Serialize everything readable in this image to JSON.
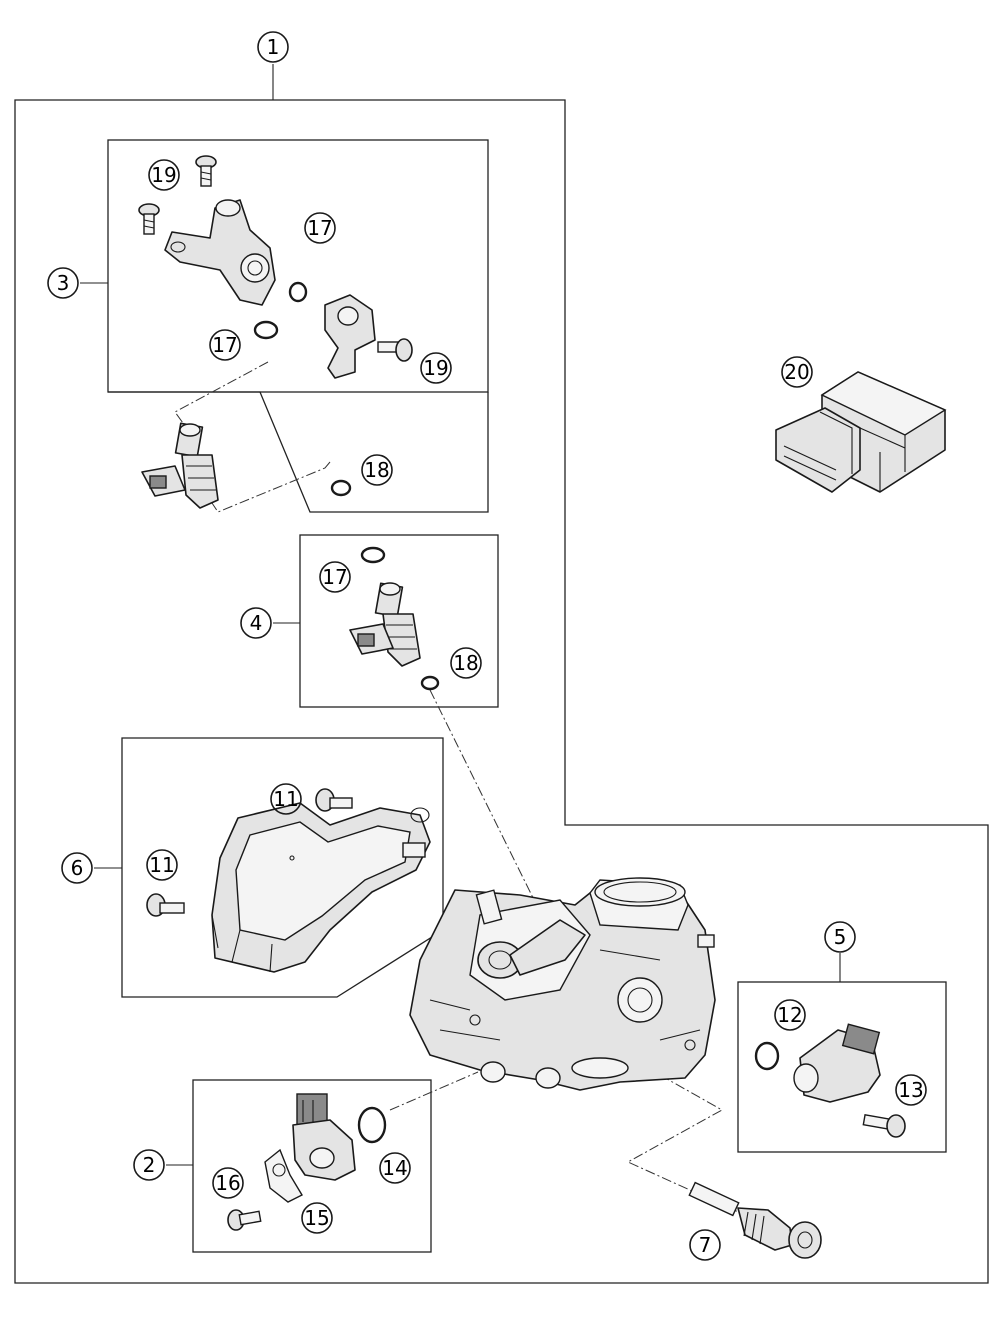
{
  "callouts": {
    "c1": "1",
    "c2": "2",
    "c3": "3",
    "c4": "4",
    "c5": "5",
    "c6": "6",
    "c7": "7",
    "c11a": "11",
    "c11b": "11",
    "c12": "12",
    "c13": "13",
    "c14": "14",
    "c15": "15",
    "c16": "16",
    "c17a": "17",
    "c17b": "17",
    "c17c": "17",
    "c18a": "18",
    "c18b": "18",
    "c19a": "19",
    "c19b": "19",
    "c20": "20"
  }
}
